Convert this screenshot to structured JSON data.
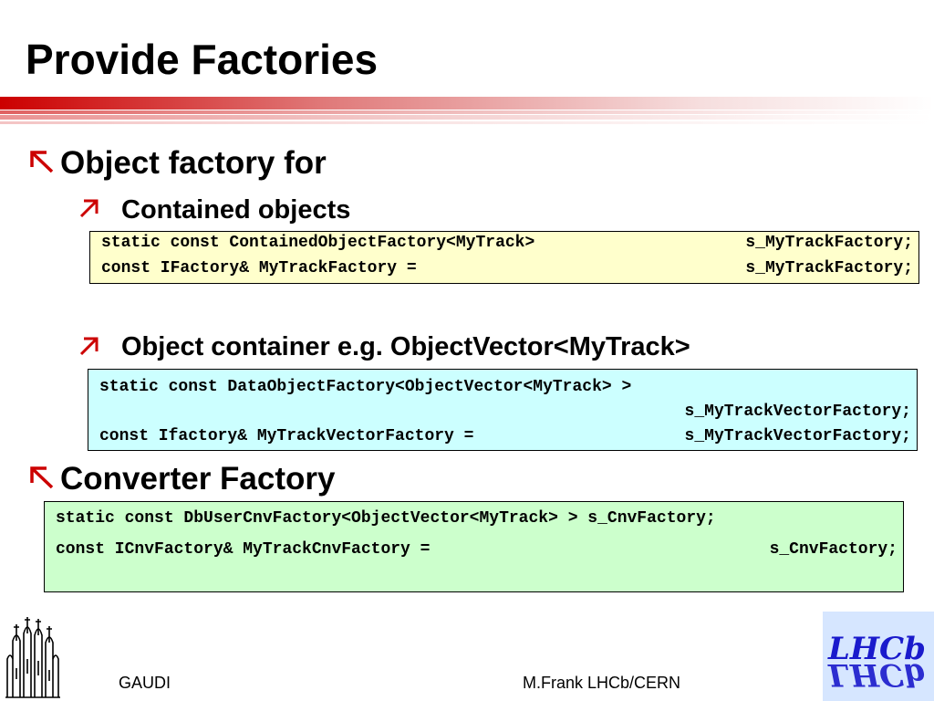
{
  "slide": {
    "title": "Provide Factories",
    "bullets": [
      {
        "label": "Object factory for",
        "sub_items": [
          {
            "label": "Contained objects",
            "code": [
              {
                "left": "static const ContainedObjectFactory<MyTrack>",
                "right": "s_MyTrackFactory;"
              },
              {
                "left": "const IFactory& MyTrackFactory =",
                "right": "s_MyTrackFactory;"
              }
            ]
          },
          {
            "label": "Object container e.g. ObjectVector<MyTrack>",
            "code": [
              {
                "left": "static const DataObjectFactory<ObjectVector<MyTrack> >",
                "right": ""
              },
              {
                "left": "",
                "right": "s_MyTrackVectorFactory;"
              },
              {
                "left": "const Ifactory& MyTrackVectorFactory =",
                "right": "s_MyTrackVectorFactory;"
              }
            ]
          }
        ]
      },
      {
        "label": "Converter Factory",
        "code": [
          {
            "left": "static const DbUserCnvFactory<ObjectVector<MyTrack> > s_CnvFactory;",
            "right": ""
          },
          {
            "left": "const ICnvFactory& MyTrackCnvFactory =",
            "right": "s_CnvFactory;"
          }
        ]
      }
    ]
  },
  "footer": {
    "left": "GAUDI",
    "right": "M.Frank LHCb/CERN",
    "logo_left_icon": "cathedral-spires-logo-icon",
    "logo_right_icon": "lhcb-logo-icon",
    "logo_right_text": "LHCb"
  },
  "colors": {
    "title_bar_red": "#cc0000",
    "bullet_arrow_red": "#cc0000",
    "code_box_yellow": "#ffffcc",
    "code_box_cyan": "#ccffff",
    "code_box_green": "#ccffcc",
    "lhcb_logo_blue": "#1a1acc",
    "lhcb_logo_background": "#d6e6ff"
  }
}
